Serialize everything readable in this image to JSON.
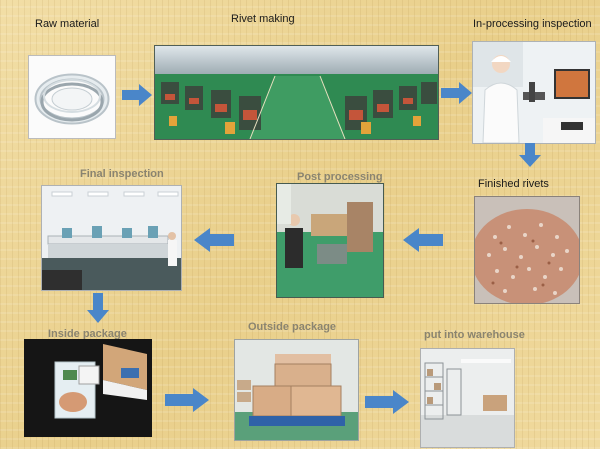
{
  "steps": {
    "raw_material": "Raw material",
    "rivet_making": "Rivet making",
    "inprocess_inspection": "In-processing inspection",
    "finished_rivets": "Finished rivets",
    "post_processing": "Post  processing",
    "final_inspection": "Final inspection",
    "inside_package": "Inside package",
    "outside_package": "Outside package",
    "put_into_warehouse": "put into warehouse"
  },
  "colors": {
    "arrow": "#4a86c9",
    "background": "#eed89a"
  }
}
